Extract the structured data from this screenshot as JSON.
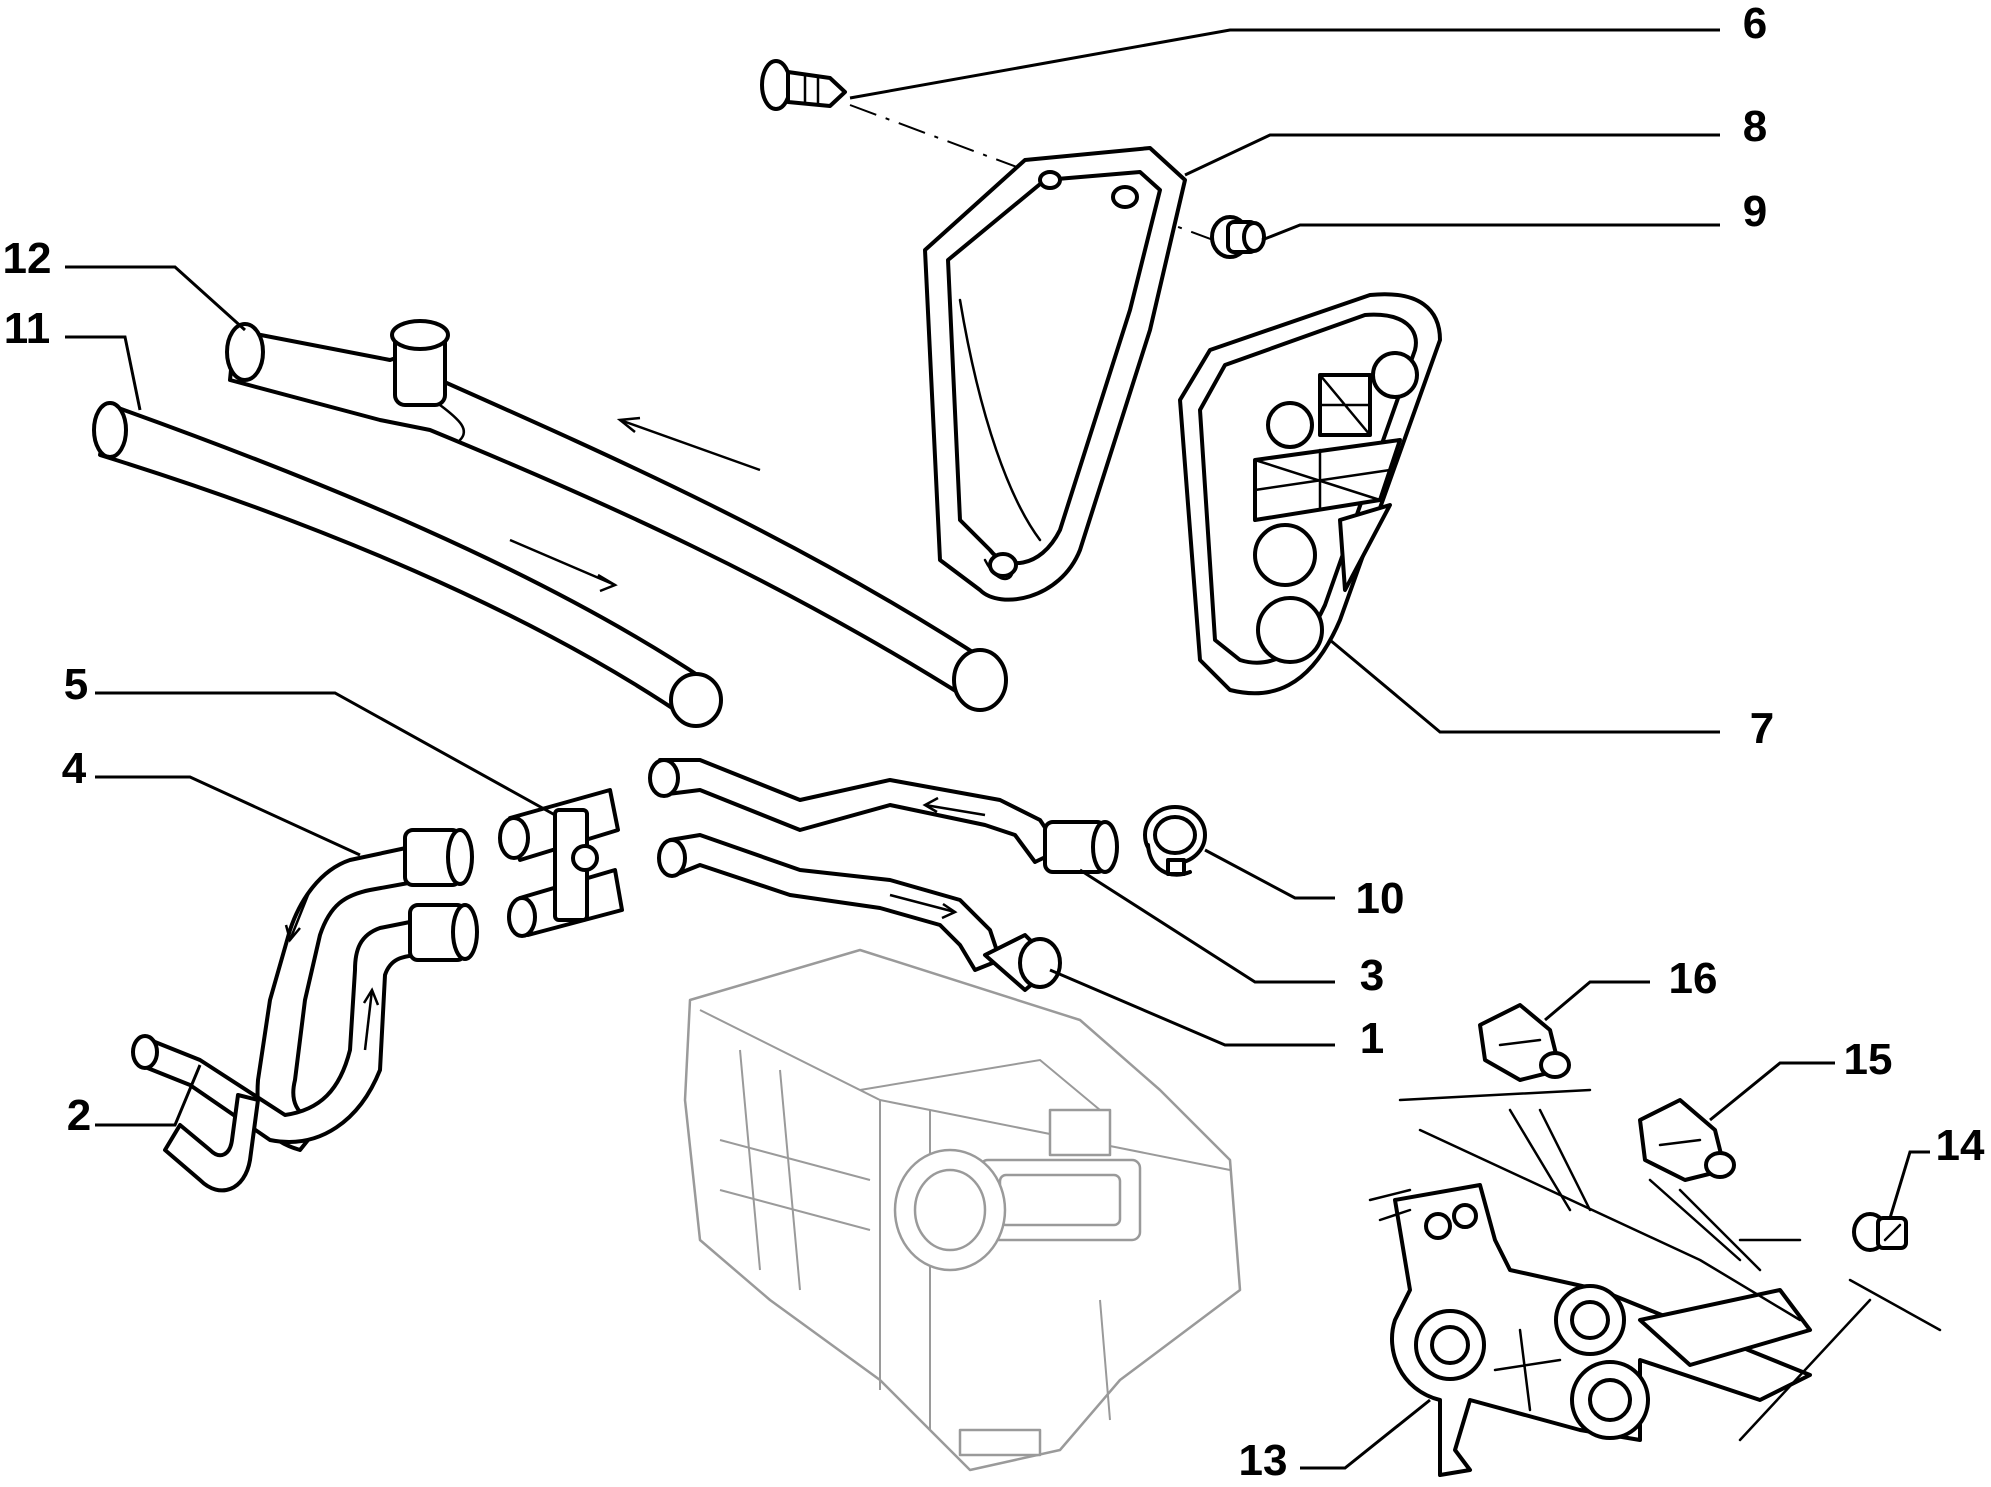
{
  "callouts": {
    "c1": "1",
    "c2": "2",
    "c3": "3",
    "c4": "4",
    "c5": "5",
    "c6": "6",
    "c7": "7",
    "c8": "8",
    "c9": "9",
    "c10": "10",
    "c11": "11",
    "c12": "12",
    "c13": "13",
    "c14": "14",
    "c15": "15",
    "c16": "16"
  },
  "colors": {
    "ink": "#000000",
    "ghost": "#9a9a9a",
    "background": "#ffffff"
  }
}
